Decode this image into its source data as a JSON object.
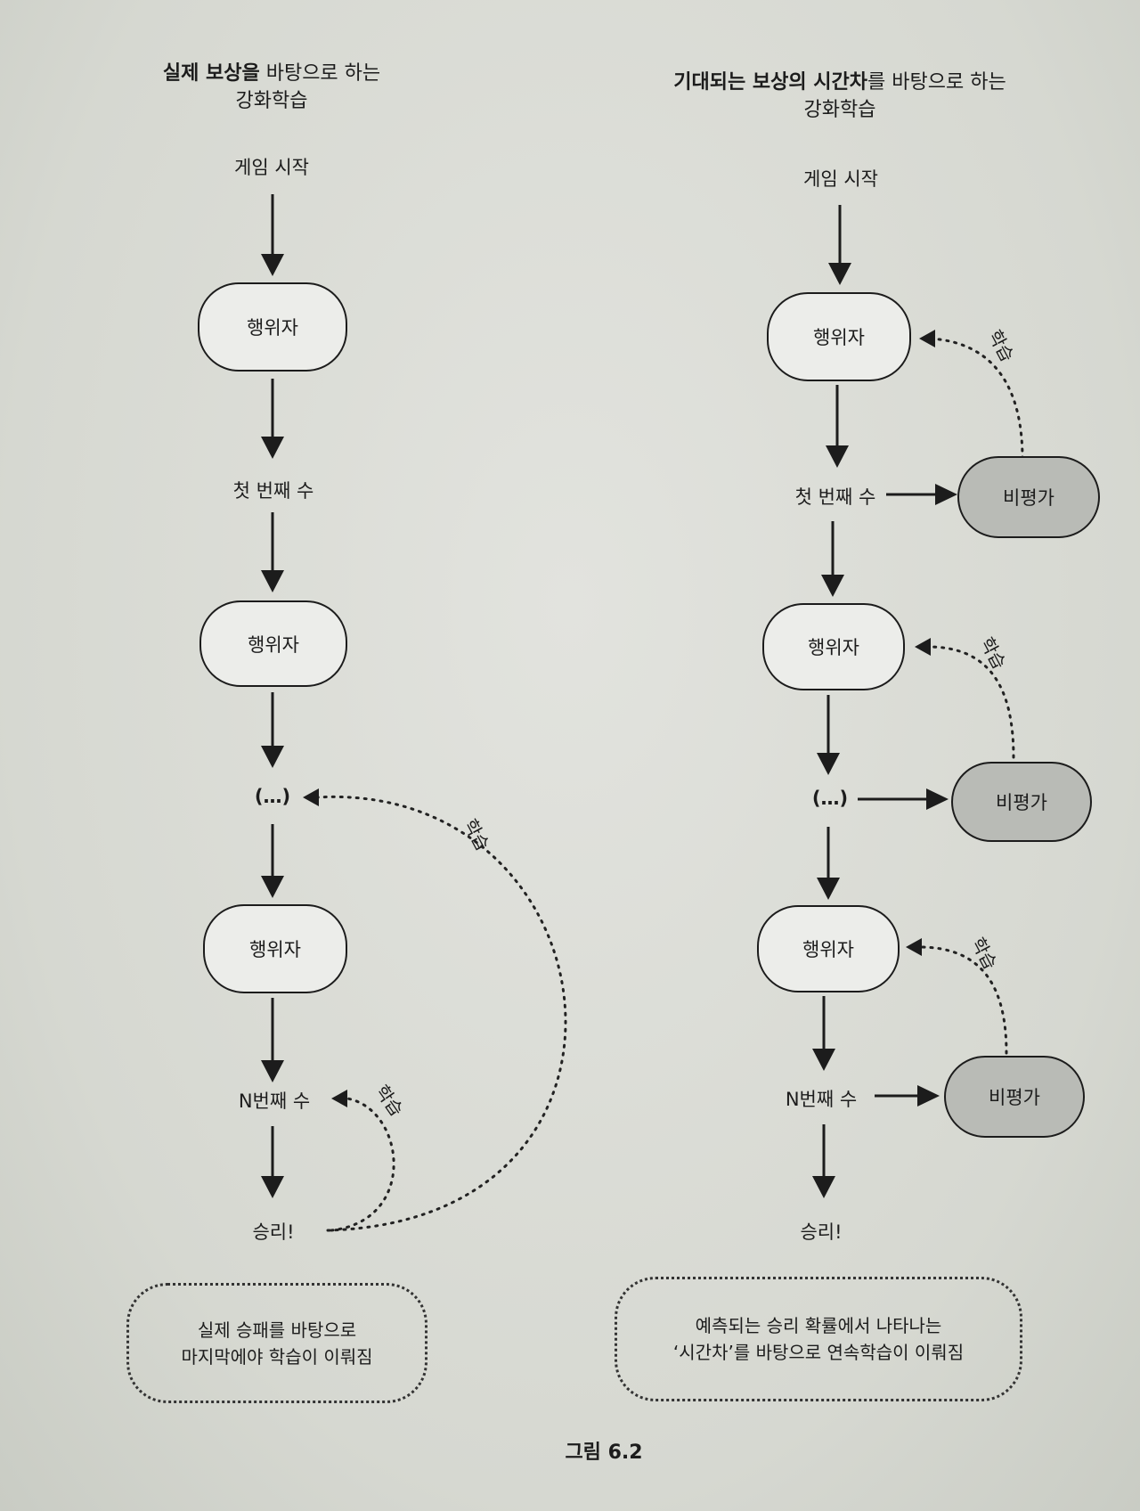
{
  "left": {
    "title_bold": "실제 보상을",
    "title_rest": " 바탕으로 하는",
    "title_line2": "강화학습",
    "start": "게임 시작",
    "actor1": "행위자",
    "move1": "첫 번째 수",
    "actor2": "행위자",
    "ellipsis": "(…)",
    "actor3": "행위자",
    "moveN": "N번째 수",
    "win": "승리!",
    "learn_big": "학습",
    "learn_small": "학습",
    "note_line1": "실제 승패를 바탕으로",
    "note_line2": "마지막에야 학습이 이뤄짐"
  },
  "right": {
    "title_bold1": "기대되는 보상의 시간차",
    "title_rest": "를 바탕으로 하는",
    "title_line2": "강화학습",
    "start": "게임 시작",
    "actor1": "행위자",
    "move1": "첫 번째 수",
    "critic1": "비평가",
    "actor2": "행위자",
    "ellipsis": "(…)",
    "critic2": "비평가",
    "actor3": "행위자",
    "moveN": "N번째 수",
    "critic3": "비평가",
    "win": "승리!",
    "learn1": "학습",
    "learn2": "학습",
    "learn3": "학습",
    "note_line1": "예측되는 승리 확률에서 나타나는",
    "note_line2": "‘시간차’를 바탕으로 연속학습이 이뤄짐"
  },
  "caption": "그림 6.2"
}
